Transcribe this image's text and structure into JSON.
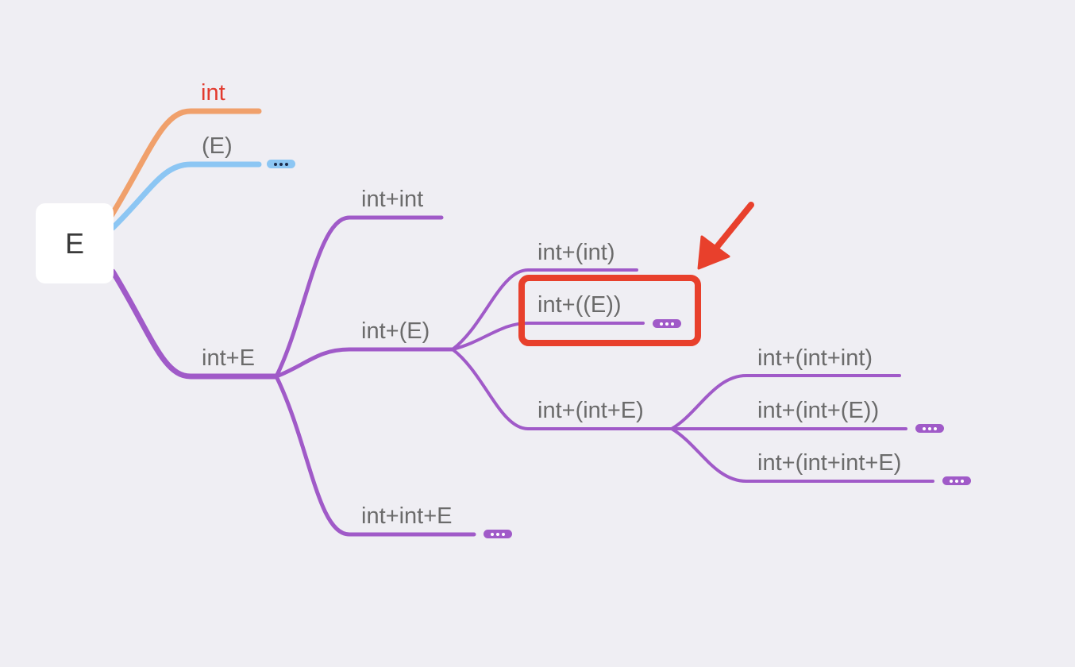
{
  "colors": {
    "orange": "#f0a06b",
    "blue": "#8cc6f3",
    "purple": "#a05ac8",
    "highlight": "#e8402c",
    "text": "#6b6b6b",
    "root_text": "#3a3a3a"
  },
  "root": {
    "label": "E"
  },
  "branches": {
    "int": "int",
    "paren_e": "(E)",
    "int_plus_e": "int+E",
    "int_plus_int": "int+int",
    "int_plus_paren_e": "int+(E)",
    "int_plus_int_plus_e": "int+int+E",
    "int_plus_paren_int": "int+(int)",
    "int_plus_double_paren_e": "int+((E))",
    "int_plus_paren_int_plus_e": "int+(int+E)",
    "int_plus_paren_int_plus_int": "int+(int+int)",
    "int_plus_paren_int_plus_paren_e": "int+(int+(E))",
    "int_plus_paren_int_plus_int_plus_e": "int+(int+int+E)"
  },
  "collapsed_indicator_icon": "ellipsis-icon",
  "annotation": {
    "highlighted_node": "int+((E))",
    "pointer_icon": "arrow-icon"
  }
}
